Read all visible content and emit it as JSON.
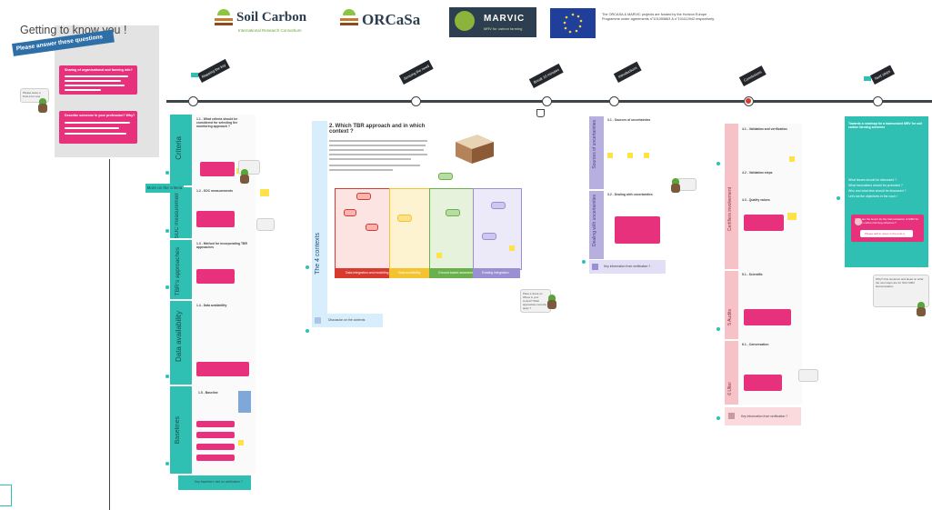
{
  "welcome": {
    "title": "Getting to know you !",
    "banner": "Please answer these questions",
    "card1_title": "Sharing of organisational and farming info?",
    "card2_title": "Describe someone in your profession? Why?",
    "speech": "Please leave a Post-it for now"
  },
  "header": {
    "logo1": "Soil Carbon",
    "logo1_sub": "International Research Consortium",
    "logo2": "ORCaSa",
    "logo3": "MARVIC",
    "logo3_sub": "MRV for carbon farming",
    "funding_text": "The ORCASA & MARVIC projects are funded by the Horizon Europe Programme under agreements n°101059863 & n°101112942 respectively."
  },
  "timeline": {
    "stage1": "Mapping the key",
    "stage2": "Sensing the need",
    "stage3": "Break 10 minutes",
    "stage4": "Introductions",
    "stage5": "Conclusions",
    "stage6": "Next steps"
  },
  "sections_left": {
    "criteria": "Criteria",
    "soc": "SOC measurements",
    "tbr": "TBR's approaches",
    "data": "Data availability",
    "baseline": "Baselines",
    "note_criteria": "More on the criteria",
    "key_baseline": "Key baseline's hint on verification ?",
    "t1": "1.1 - What criteria should be considered for selecting the monitoring approach ?",
    "t2": "1.2 - SOC measurements",
    "t3": "1.3 - Method for incorporating TBR approaches",
    "t4": "1.4 - Data availability",
    "t5": "1.5 - Baseline"
  },
  "center": {
    "heading": "2. Which TBR approach and in which context ?",
    "vertical": "The 4 contexts",
    "footer": "Discussion on the contexts",
    "speech": "Place a check on: Where in your context? What approaches currently apply ?",
    "legend1": "Data integration and modelling",
    "legend2": "Data availability",
    "legend3": "Ground-based assessment",
    "legend4": "Existing integration"
  },
  "middle_right": {
    "col1": "Sources of uncertainties",
    "col2": "Dealing with uncertainties",
    "t1": "3.1 - Sources of uncertainties",
    "t2": "3.2 - Dealing with uncertainties",
    "footer": "Key information from verification ?"
  },
  "right": {
    "col1": "Certifiers involvement",
    "col2": "5 Audits",
    "col3": "6 Ulter",
    "t1": "4.1 - Validation and verification",
    "t2": "4.2 - Validation steps",
    "t3": "4.3 - Quality values",
    "t4": "5.1 - Scientific",
    "t5": "6.1 - Conversation",
    "footer": "Key information from verification ?"
  },
  "far_right": {
    "intro": "Towards a roadmap for a harmonised MRV for soil carbon farming schemes",
    "q1": "What issues should be discussed ?",
    "q2": "What innovations should be promoted ?",
    "q3": "Who and what else should be discussed ?",
    "q4": "Let's set the objectives in the room !",
    "card": "What are the levers for the harmonisation of MRV for SOC in carbon farming schemes ?",
    "card_btn": "Please add in notes in the post-it",
    "speech": "Why? One sentence and ideas on what the next steps are for SOC MRV Harmonisation."
  },
  "colors": {
    "teal": "#2fbfb3",
    "pink": "#e8317c",
    "dark": "#23262b",
    "purple": "#b7b0de",
    "rose": "#f7c2c7",
    "red": "#d93a2f",
    "yellow": "#f4c430",
    "green": "#6ab04c",
    "blue": "#5b8bd0"
  }
}
